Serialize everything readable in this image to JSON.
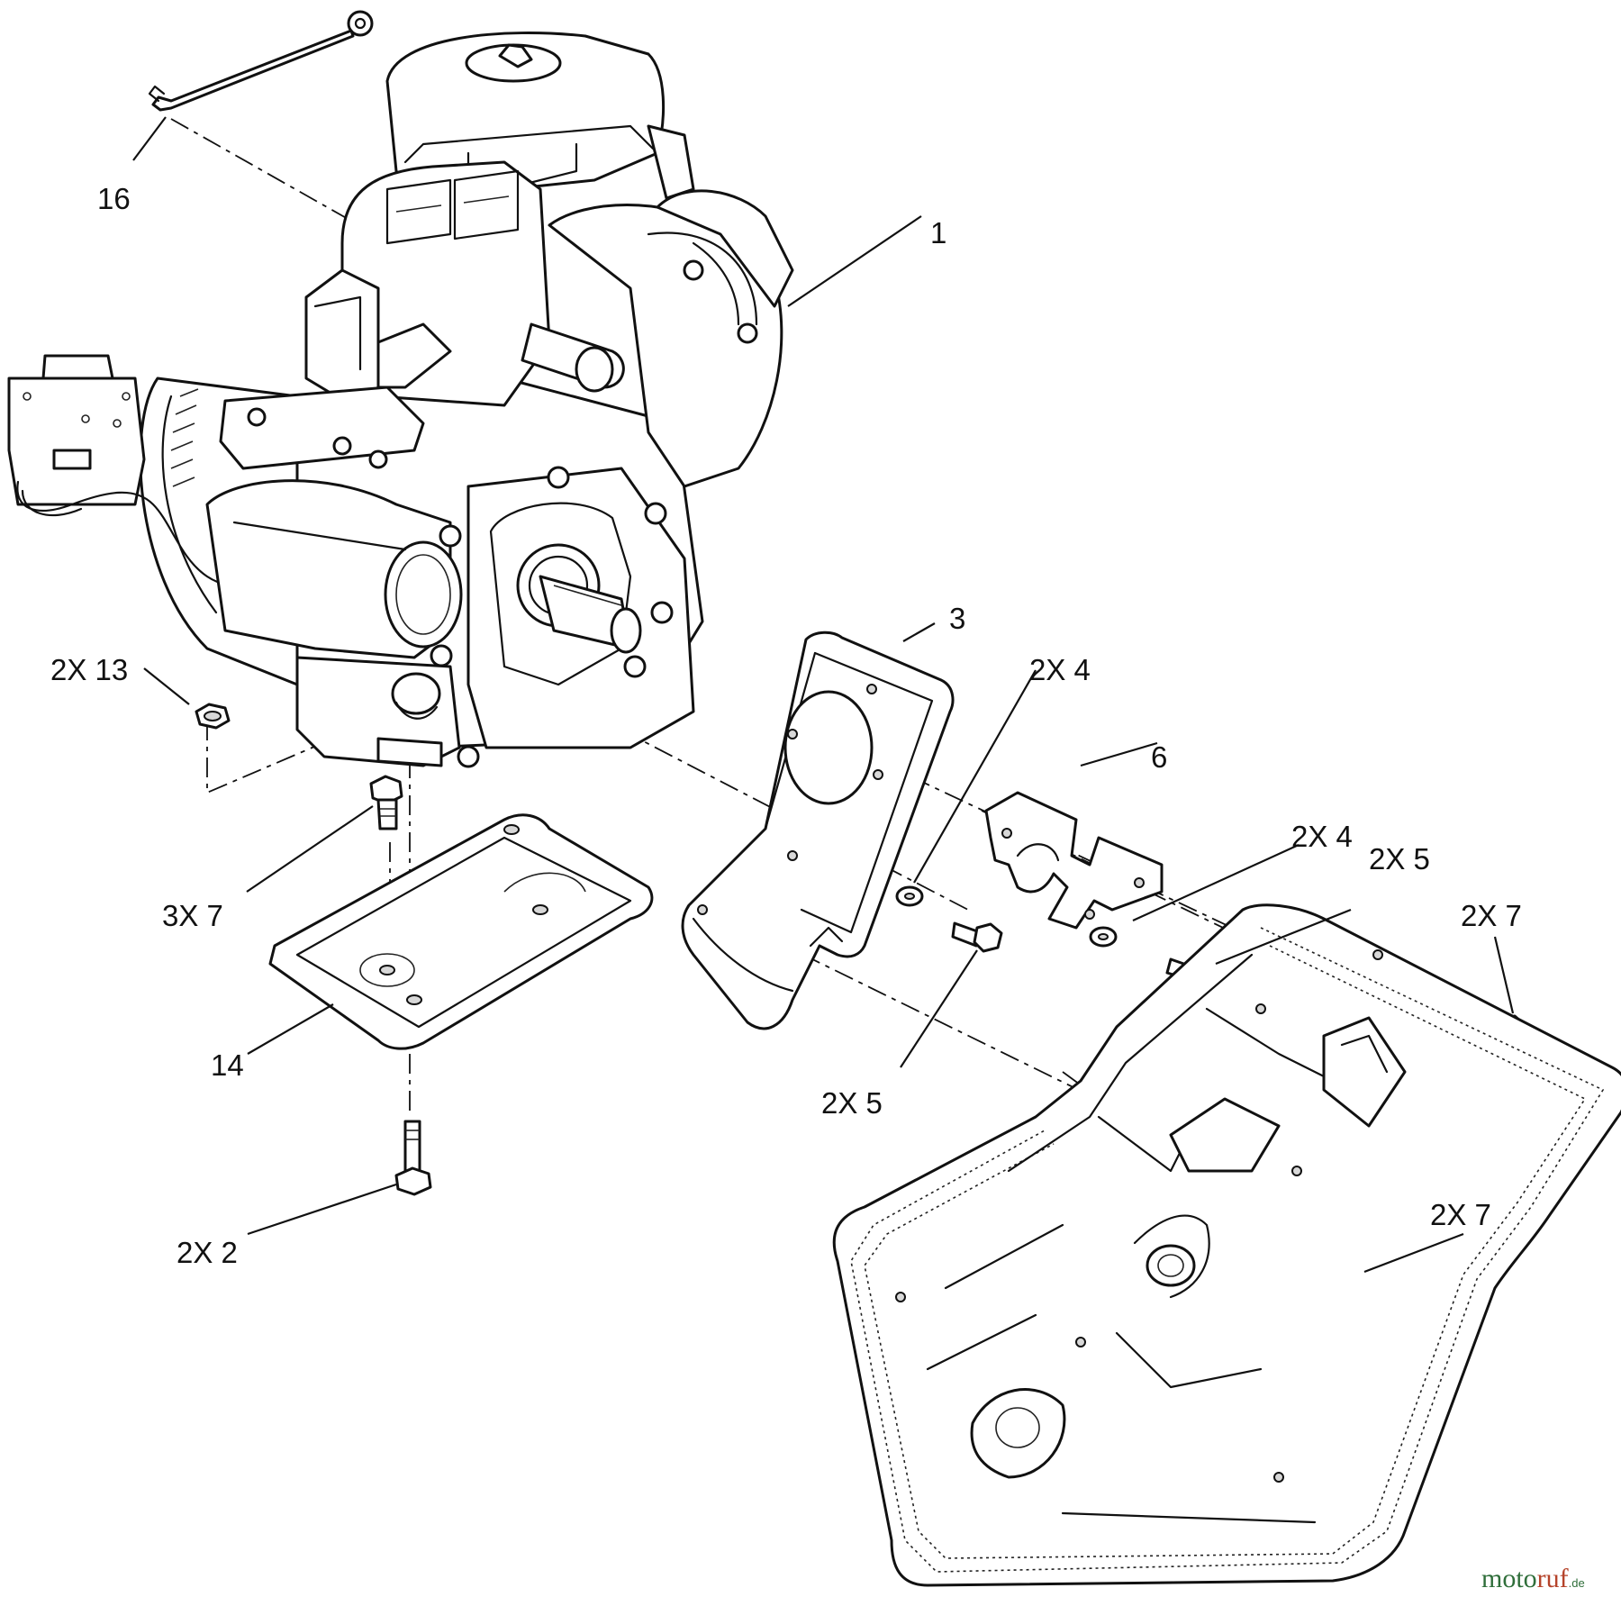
{
  "callouts": {
    "c16": "16",
    "c1": "1",
    "c3": "3",
    "c2x13": "2X 13",
    "c2x4_top": "2X 4",
    "c6": "6",
    "c2x4_mid": "2X 4",
    "c2x5_right": "2X 5",
    "c3x7": "3X  7",
    "c2x7_top": "2X  7",
    "c14": "14",
    "c2x5_low": "2X 5",
    "c2x2": "2X 2",
    "c2x7_low": "2X  7"
  },
  "watermark": {
    "brand_a": "moto",
    "brand_b": "ruf",
    "tld": ".de"
  },
  "colors": {
    "line": "#111111",
    "watermark_green": "#2f6e3a",
    "watermark_red": "#b5432a"
  }
}
